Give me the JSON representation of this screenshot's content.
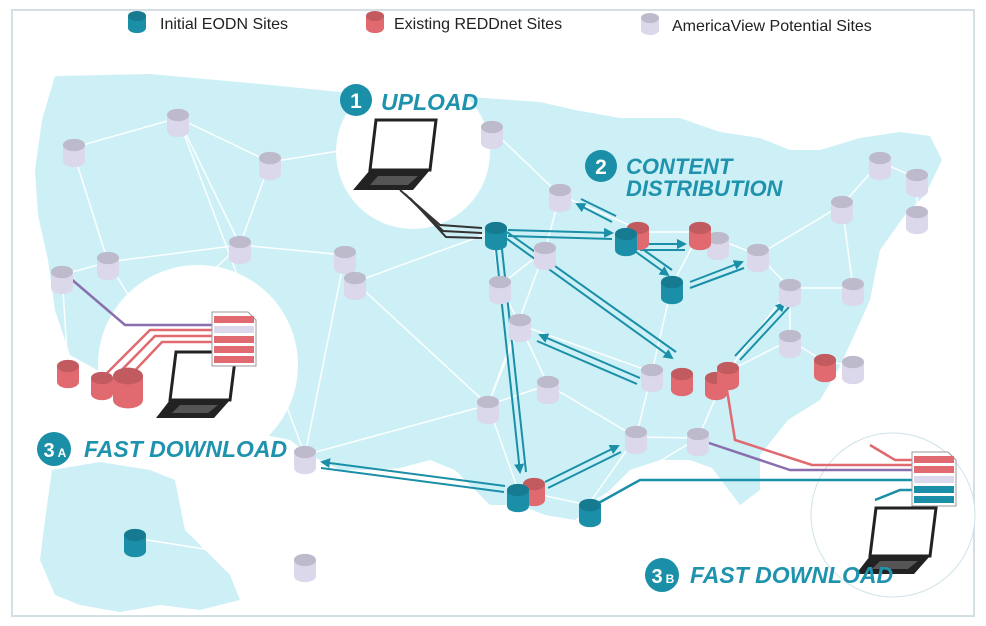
{
  "legend": [
    {
      "label": "Initial EODN Sites",
      "color": "#1a8fa7"
    },
    {
      "label": "Existing REDDnet Sites",
      "color": "#e06a70"
    },
    {
      "label": "AmericaView Potential Sites",
      "color": "#dcd8ec"
    }
  ],
  "steps": {
    "upload": {
      "number": "1",
      "label": "UPLOAD"
    },
    "distribution": {
      "number": "2",
      "line1": "CONTENT",
      "line2": "DISTRIBUTION"
    },
    "download_a": {
      "number": "3",
      "sub": "A",
      "label": "FAST DOWNLOAD"
    },
    "download_b": {
      "number": "3",
      "sub": "B",
      "label": "FAST DOWNLOAD"
    }
  },
  "colors": {
    "map": "#ccf0f6",
    "eodn": "#1a8fa7",
    "reddnet": "#e06a70",
    "americaview": "#dcd8ec",
    "accent": "#1f93ad",
    "path_purple": "#8a6fae"
  }
}
